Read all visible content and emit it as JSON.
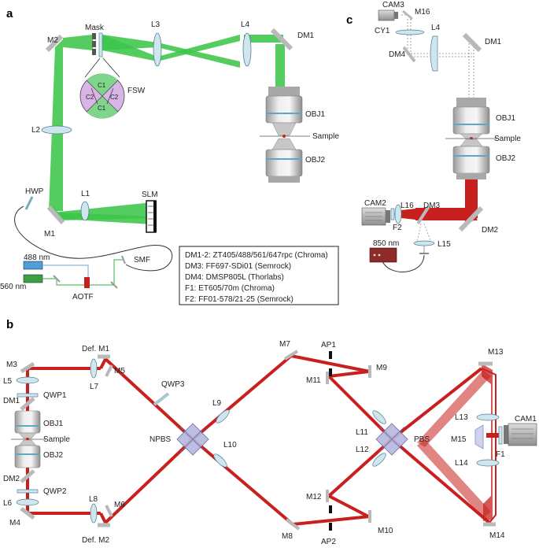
{
  "panels": {
    "a": "a",
    "b": "b",
    "c": "c"
  },
  "labels_a": {
    "mask": "Mask",
    "m2": "M2",
    "l3": "L3",
    "l4": "L4",
    "dm1": "DM1",
    "fsw": "FSW",
    "c1": "C1",
    "c2": "C2",
    "l2": "L2",
    "obj1": "OBJ1",
    "sample": "Sample",
    "obj2": "OBJ2",
    "hwp": "HWP",
    "l1": "L1",
    "slm": "SLM",
    "m1": "M1",
    "smf": "SMF",
    "nm488": "488 nm",
    "nm560": "560 nm",
    "aotf": "AOTF"
  },
  "legend": [
    "DM1-2: ZT405/488/561/647rpc (Chroma)",
    "DM3: FF697-SDi01 (Semrock)",
    "DM4: DMSP805L (Thorlabs)",
    "F1: ET605/70m (Chroma)",
    "F2: FF01-578/21-25 (Semrock)"
  ],
  "labels_b": {
    "defm1": "Def. M1",
    "m7": "M7",
    "ap1": "AP1",
    "m9": "M9",
    "m13": "M13",
    "m3": "M3",
    "l5": "L5",
    "l7": "L7",
    "m5": "M5",
    "m11": "M11",
    "qwp1": "QWP1",
    "qwp3": "QWP3",
    "dm1": "DM1",
    "l9": "L9",
    "l13": "L13",
    "obj1": "OBJ1",
    "sample": "Sample",
    "npbs": "NPBS",
    "l11": "L11",
    "pbs": "PBS",
    "m15": "M15",
    "cam1": "CAM1",
    "l10": "L10",
    "l12": "L12",
    "f1": "F1",
    "obj2": "OBJ2",
    "l14": "L14",
    "dm2": "DM2",
    "qwp2": "QWP2",
    "l6": "L6",
    "l8": "L8",
    "m6": "M6",
    "m12": "M12",
    "m4": "M4",
    "defm2": "Def. M2",
    "m8": "M8",
    "ap2": "AP2",
    "m10": "M10",
    "m14": "M14"
  },
  "labels_c": {
    "cam3": "CAM3",
    "m16": "M16",
    "cy1": "CY1",
    "l4": "L4",
    "dm1": "DM1",
    "dm4": "DM4",
    "obj1": "OBJ1",
    "sample": "Sample",
    "obj2": "OBJ2",
    "cam2": "CAM2",
    "l16": "L16",
    "dm3": "DM3",
    "f2": "F2",
    "dm2": "DM2",
    "l15": "L15",
    "nm850": "850 nm"
  },
  "colors": {
    "green": "#3cc54a",
    "green_dark": "#22a531",
    "red": "#c8201e",
    "red_dark": "#9b1512",
    "mirror": "#b9b9b9",
    "lens": "#cfe6ee",
    "cube": "#b5b8de",
    "blue_laser": "#4f9fd6",
    "green_laser": "#3aa043",
    "ir_laser": "#8e2b28"
  }
}
